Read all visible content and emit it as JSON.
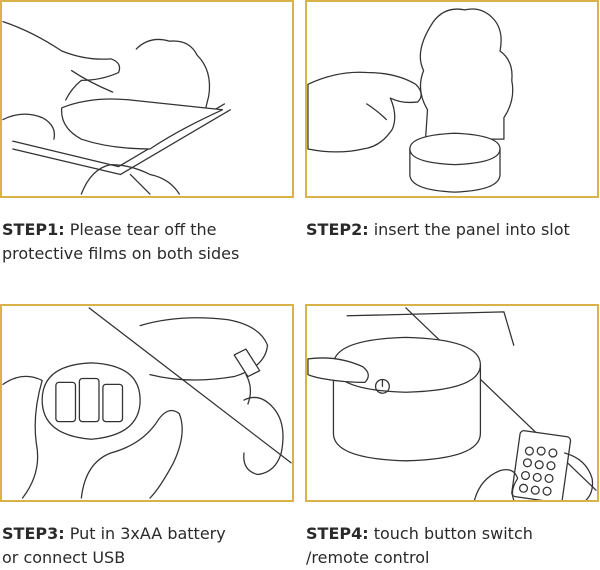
{
  "steps": [
    {
      "label": "STEP1:",
      "line1": " Please tear off the",
      "line2": "protective films on both sides"
    },
    {
      "label": "STEP2:",
      "line1": " insert the panel into  slot",
      "line2": ""
    },
    {
      "label": "STEP3:",
      "line1": " Put in 3xAA battery",
      "line2": "or connect USB"
    },
    {
      "label": "STEP4:",
      "line1": " touch button switch",
      "line2": "/remote control"
    }
  ],
  "colors": {
    "frame": "#d9b24a",
    "ink": "#333333"
  }
}
